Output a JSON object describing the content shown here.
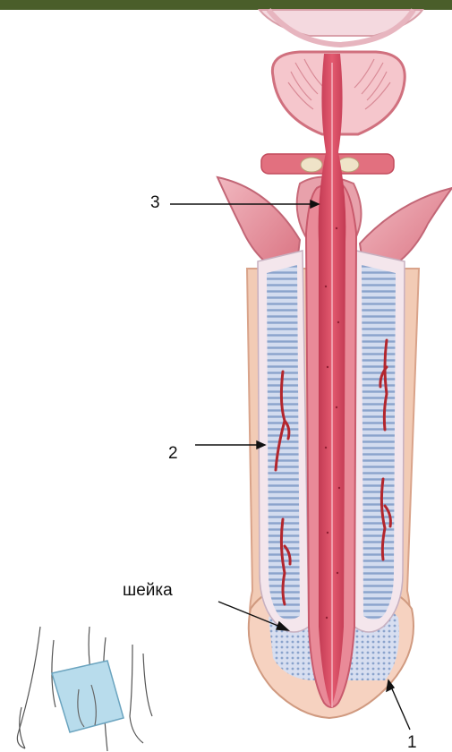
{
  "labels": {
    "label_3": "3",
    "label_2": "2",
    "label_neck": "шейка",
    "label_1": "1"
  },
  "colors": {
    "top_bar": "#4a5e2a",
    "urethra": "#d8475e",
    "mucosa_pink": "#e98a98",
    "cavernous_blue": "#c9d4ec",
    "cavernous_stripe": "#8aa3cc",
    "artery": "#b3262d",
    "tunica": "#f4e6ec",
    "skin_peach": "#f2c2a6",
    "inset_blue": "#b8dcec"
  }
}
